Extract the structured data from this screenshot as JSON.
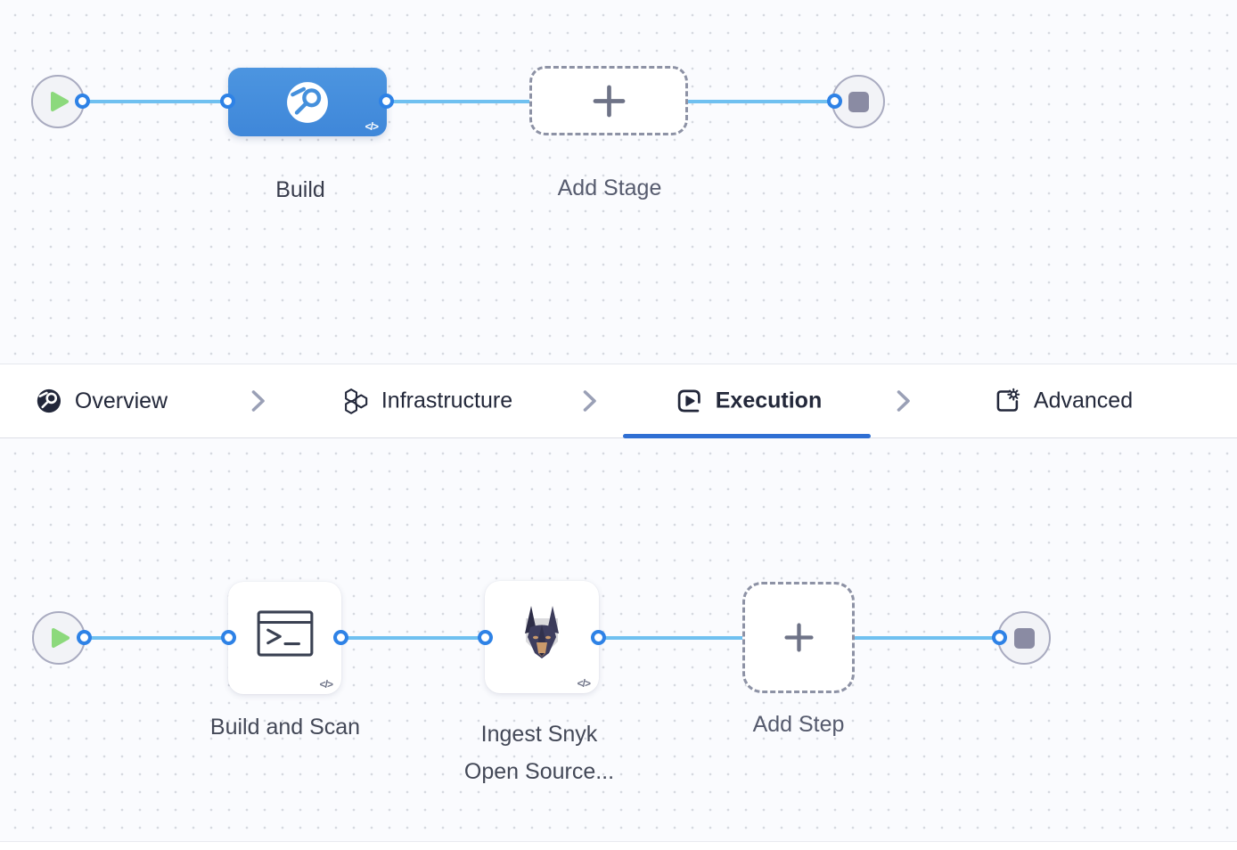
{
  "stage_flow": {
    "stage": {
      "label": "Build",
      "code_toggle": "</>",
      "color": "#4590dc",
      "icon": "ci-build-icon"
    },
    "add_stage_label": "Add Stage"
  },
  "tabs": {
    "items": [
      {
        "label": "Overview",
        "icon": "ci-overview-icon",
        "active": false
      },
      {
        "label": "Infrastructure",
        "icon": "hexagons-icon",
        "active": false
      },
      {
        "label": "Execution",
        "icon": "play-square-icon",
        "active": true
      },
      {
        "label": "Advanced",
        "icon": "panel-gear-icon",
        "active": false
      }
    ],
    "active_label": "Execution",
    "underline_color": "#2f6fd3"
  },
  "step_flow": {
    "steps": [
      {
        "label": "Build and Scan",
        "icon": "terminal-icon",
        "code_toggle": "</>"
      },
      {
        "label_line1": "Ingest Snyk",
        "label_line2": "Open Source...",
        "icon": "snyk-doberman-icon",
        "code_toggle": "</>"
      }
    ],
    "add_step_label": "Add Step"
  },
  "colors": {
    "canvas_bg": "#fafbfe",
    "dot": "#d6d9e0",
    "edge_blue": "#6fc0f0",
    "port_blue": "#2e82e6",
    "stage_blue": "#4590dc",
    "play_green": "#8cd97c",
    "end_square_gray": "#8a8ba3",
    "dashed_border": "#8d92a5",
    "tab_text": "#23283a"
  }
}
